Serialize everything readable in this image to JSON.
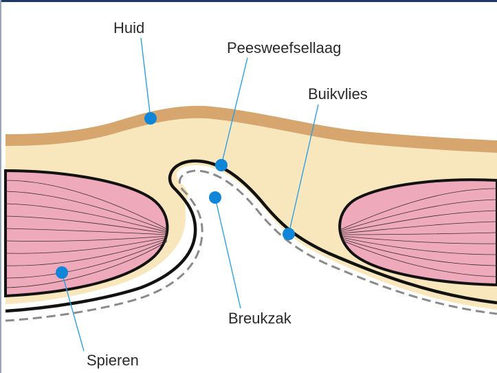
{
  "labels": {
    "huid": "Huid",
    "peesweefsellaag": "Peesweefsellaag",
    "buikvlies": "Buikvlies",
    "breukzak": "Breukzak",
    "spieren": "Spieren"
  },
  "colors": {
    "skin_band": "#d6a66e",
    "subcutis": "#f8e7bd",
    "muscle": "#eeaaba",
    "muscle_lines": "#3a2a30",
    "outline": "#121212",
    "peritoneum_dashed": "#8a8a8a",
    "leader_line": "#2aa0e6",
    "marker_dot": "#0f86d8",
    "frame_top": "#1d3a6b"
  }
}
